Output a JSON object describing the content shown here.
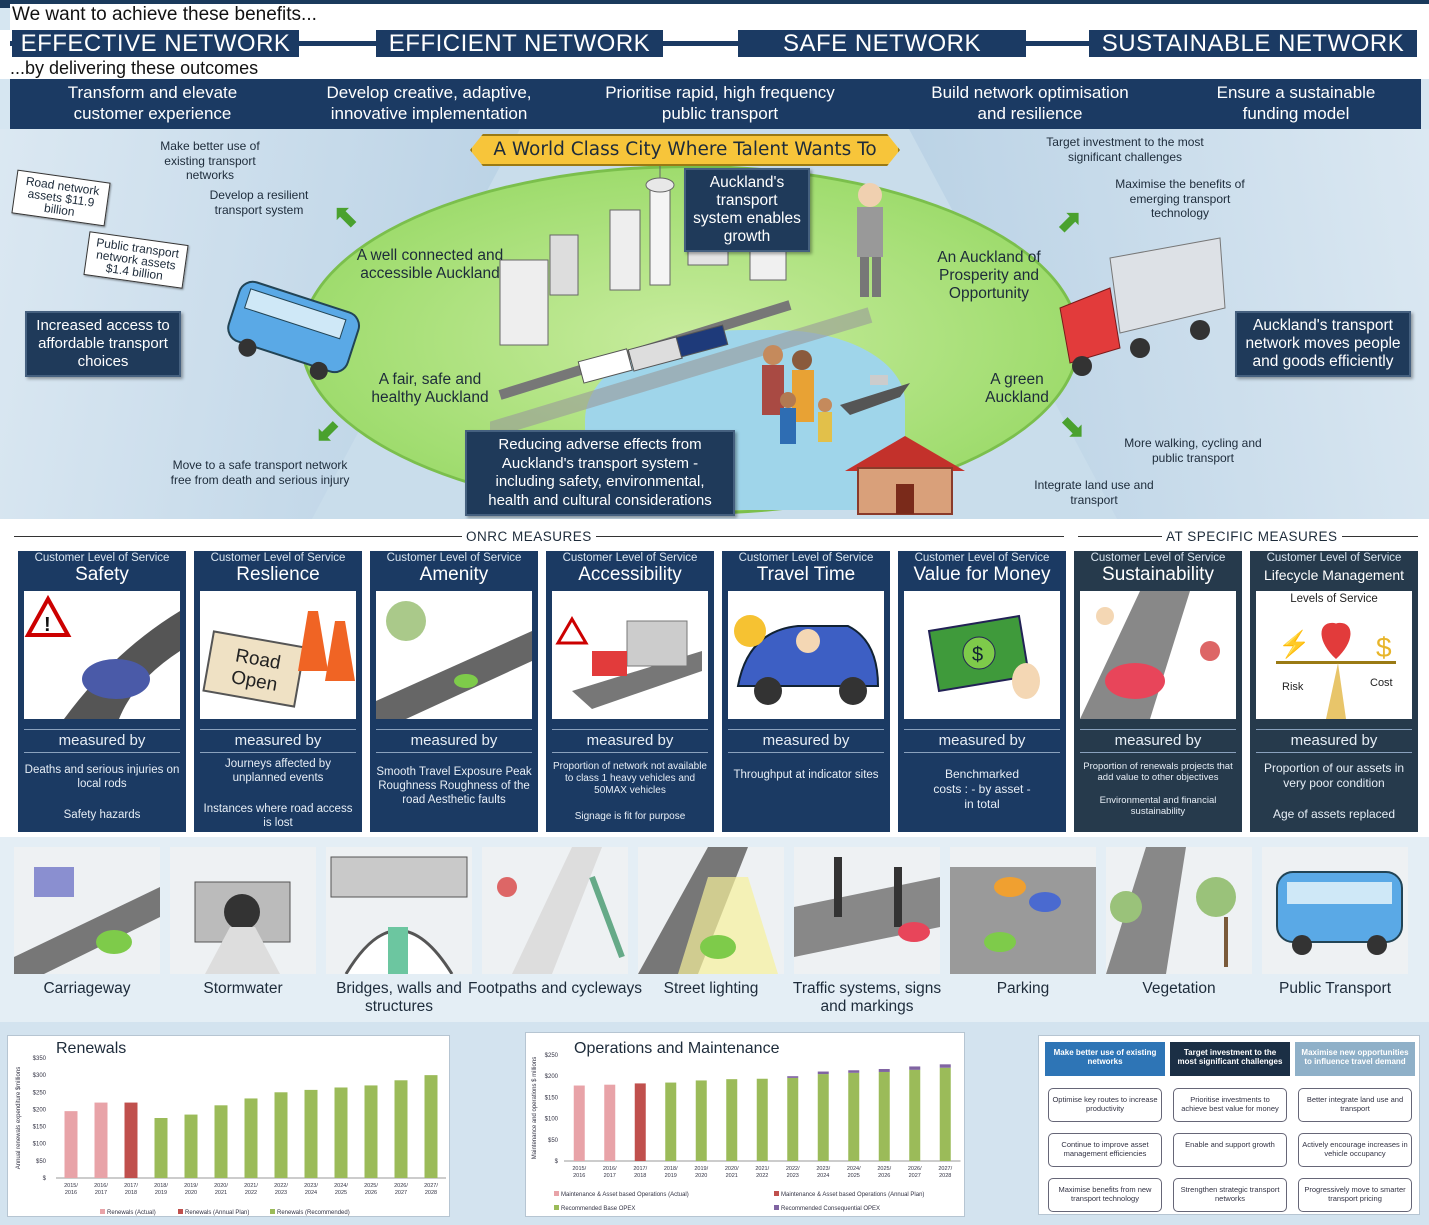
{
  "header": {
    "intro": "We want to achieve these benefits...",
    "benefits": [
      "EFFECTIVE NETWORK",
      "EFFICIENT NETWORK",
      "SAFE NETWORK",
      "SUSTAINABLE NETWORK"
    ],
    "outcome_intro": "...by delivering these outcomes",
    "outcomes": [
      "Transform and elevate customer experience",
      "Develop creative, adaptive, innovative implementation",
      "Prioritise rapid, high frequency public transport",
      "Build network optimisation and resilience",
      "Ensure a sustainable funding model"
    ]
  },
  "vision": {
    "banner": "A World Class City Where Talent Wants To Live",
    "center_callout": "Auckland's transport system enables growth",
    "ellipse_labels": [
      "A well connected and accessible Auckland",
      "A fair, safe and healthy Auckland",
      "An Auckland of Prosperity and Opportunity",
      "A green Auckland"
    ],
    "left_notes": [
      "Make better use of existing transport networks",
      "Develop a resilient transport system",
      "Move to a safe transport network free from death and serious injury"
    ],
    "right_notes": [
      "Target investment to the most significant challenges",
      "Maximise the benefits of emerging transport technology",
      "More walking, cycling and public transport",
      "Integrate land use and transport"
    ],
    "tags": [
      "Road network assets $11.9 billion",
      "Public transport network assets $1.4 billion"
    ],
    "left_callout": "Increased access to affordable transport choices",
    "right_callout": "Auckland's transport network moves people and goods efficiently",
    "bottom_callout": "Reducing adverse effects from Auckland's transport system - including safety, environmental, health and cultural considerations"
  },
  "measures": {
    "onrc_heading": "ONRC MEASURES",
    "at_heading": "AT SPECIFIC MEASURES",
    "cards": [
      {
        "clos": "Customer Level of Service",
        "title": "Safety",
        "measured_by": "measured by",
        "m1": "Deaths and serious injuries on local rods",
        "m2": "Safety hazards"
      },
      {
        "clos": "Customer Level of Service",
        "title": "Reslience",
        "measured_by": "measured by",
        "m1": "Journeys affected by unplanned events",
        "m2": "Instances where road access is lost"
      },
      {
        "clos": "Customer Level of Service",
        "title": "Amenity",
        "measured_by": "measured by",
        "m1": "Smooth Travel Exposure Peak Roughness Roughness of the road Aesthetic faults",
        "m2": ""
      },
      {
        "clos": "Customer Level of Service",
        "title": "Accessibility",
        "measured_by": "measured by",
        "m1": "Proportion of network not available to class 1 heavy vehicles and 50MAX vehicles",
        "m2": "Signage is fit for purpose"
      },
      {
        "clos": "Customer Level of Service",
        "title": "Travel Time",
        "measured_by": "measured by",
        "m1": "Throughput at indicator sites",
        "m2": ""
      },
      {
        "clos": "Customer Level of Service",
        "title": "Value for Money",
        "measured_by": "measured by",
        "m1": "Benchmarked costs : - by asset - in total",
        "m2": ""
      },
      {
        "clos": "Customer Level of Service",
        "title": "Sustainability",
        "measured_by": "measured by",
        "m1": "Proportion of renewals projects that add value to other objectives",
        "m2": "Environmental and financial sustainability"
      },
      {
        "clos": "Customer Level of Service",
        "title": "Lifecycle Management",
        "measured_by": "measured by",
        "m1": "Proportion of our assets in very poor condition",
        "m2": "Age of assets replaced"
      }
    ],
    "road_sign": "Road Open",
    "lifecycle_labels": {
      "top": "Levels of Service",
      "left": "Risk",
      "right": "Cost"
    }
  },
  "assets": [
    "Carriageway",
    "Stormwater",
    "Bridges, walls and structures",
    "Footpaths and cycleways",
    "Street lighting",
    "Traffic systems, signs and markings",
    "Parking",
    "Vegetation",
    "Public Transport"
  ],
  "chart_data": [
    {
      "type": "bar",
      "title": "Renewals",
      "ylabel": "Annual renewals expenditure $millions",
      "ylim": [
        0,
        350
      ],
      "yticks": [
        "$350",
        "$300",
        "$250",
        "$200",
        "$150",
        "$100",
        "$50",
        "$"
      ],
      "categories": [
        "2015/2016",
        "2016/2017",
        "2017/2018",
        "2018/2019",
        "2019/2020",
        "2020/2021",
        "2021/2022",
        "2022/2023",
        "2023/2024",
        "2024/2025",
        "2025/2026",
        "2026/2027",
        "2027/2028"
      ],
      "category_labels": [
        [
          "2015/",
          "2016"
        ],
        [
          "2016/",
          "2017"
        ],
        [
          "2017/",
          "2018"
        ],
        [
          "2018/",
          "2019"
        ],
        [
          "2019/",
          "2020"
        ],
        [
          "2020/",
          "2021"
        ],
        [
          "2021/",
          "2022"
        ],
        [
          "2022/",
          "2023"
        ],
        [
          "2023/",
          "2024"
        ],
        [
          "2024/",
          "2025"
        ],
        [
          "2025/",
          "2026"
        ],
        [
          "2026/",
          "2027"
        ],
        [
          "2027/",
          "2028"
        ]
      ],
      "values": [
        195,
        220,
        220,
        175,
        185,
        212,
        232,
        250,
        257,
        264,
        270,
        285,
        300
      ],
      "series_kind": [
        "actual",
        "actual",
        "annual_plan",
        "rec",
        "rec",
        "rec",
        "rec",
        "rec",
        "rec",
        "rec",
        "rec",
        "rec",
        "rec"
      ],
      "legend": [
        "Renewals (Actual)",
        "Renewals (Annual Plan)",
        "Renewals (Recommended)"
      ],
      "colors": {
        "actual": "#e8a3a8",
        "annual_plan": "#c0504d",
        "rec": "#9bbb59"
      }
    },
    {
      "type": "bar",
      "title": "Operations and Maintenance",
      "ylabel": "Maintenance and operations $ millions",
      "ylim": [
        0,
        250
      ],
      "yticks": [
        "$250",
        "$200",
        "$150",
        "$100",
        "$50",
        "$"
      ],
      "categories": [
        "2015/2016",
        "2016/2017",
        "2017/2018",
        "2018/2019",
        "2019/2020",
        "2020/2021",
        "2021/2022",
        "2022/2023",
        "2023/2024",
        "2024/2025",
        "2025/2026",
        "2026/2027",
        "2027/2028"
      ],
      "category_labels": [
        [
          "2015/",
          "2016"
        ],
        [
          "2016/",
          "2017"
        ],
        [
          "2017/",
          "2018"
        ],
        [
          "2018/",
          "2019"
        ],
        [
          "2019/",
          "2020"
        ],
        [
          "2020/",
          "2021"
        ],
        [
          "2021/",
          "2022"
        ],
        [
          "2022/",
          "2023"
        ],
        [
          "2023/",
          "2024"
        ],
        [
          "2024/",
          "2025"
        ],
        [
          "2025/",
          "2026"
        ],
        [
          "2026/",
          "2027"
        ],
        [
          "2027/",
          "2028"
        ]
      ],
      "base": [
        178,
        180,
        183,
        185,
        190,
        193,
        194,
        196,
        205,
        208,
        210,
        215,
        220
      ],
      "consequential": [
        0,
        0,
        0,
        0,
        0,
        0,
        0,
        4,
        6,
        6,
        7,
        8,
        8
      ],
      "series_kind": [
        "actual",
        "actual",
        "annual_plan",
        "rec",
        "rec",
        "rec",
        "rec",
        "rec",
        "rec",
        "rec",
        "rec",
        "rec",
        "rec"
      ],
      "legend": [
        "Maintenance & Asset based Operations (Actual)",
        "Maintenance & Asset based Operations (Annual Plan)",
        "Recommended Base OPEX",
        "Recommended Consequential OPEX"
      ],
      "colors": {
        "actual": "#e8a3a8",
        "annual_plan": "#c0504d",
        "rec": "#9bbb59",
        "consequential": "#8064a2"
      }
    }
  ],
  "matrix": {
    "headers": [
      "Make better use of existing networks",
      "Target investment to the most significant challenges",
      "Maximise new opportunities to influence travel demand"
    ],
    "header_colors": [
      "#2e75b6",
      "#1b2f45",
      "#8fb0c8"
    ],
    "rows": [
      [
        "Optimise key routes to increase productivity",
        "Prioritise investments to achieve best value for money",
        "Better integrate land use and transport"
      ],
      [
        "Continue to improve asset management efficiencies",
        "Enable and support growth",
        "Actively encourage increases in vehicle occupancy"
      ],
      [
        "Maximise benefits from new transport technology",
        "Strengthen strategic transport networks",
        "Progressively move to smarter transport pricing"
      ]
    ]
  }
}
